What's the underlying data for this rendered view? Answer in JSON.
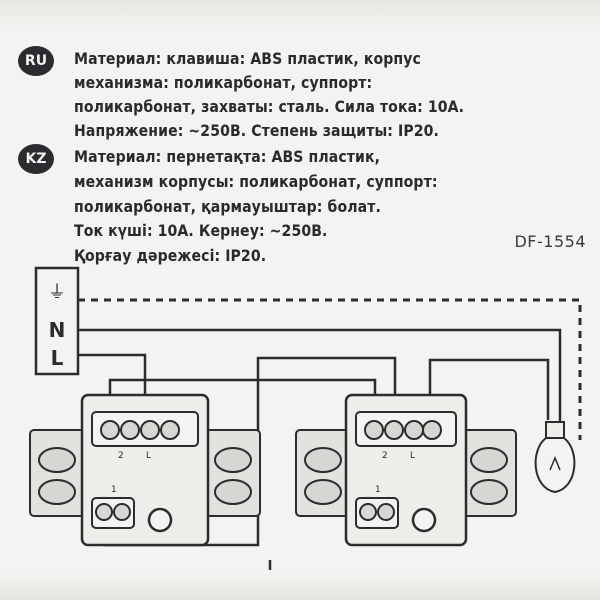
{
  "ru": {
    "badge": "RU",
    "lines": [
      "Материал: клавиша: ABS пластик, корпус",
      "механизма: поликарбонат, суппорт:",
      "поликарбонат, захваты: сталь. Сила тока: 10А.",
      "Напряжение: ~250В. Степень защиты: IP20."
    ]
  },
  "kz": {
    "badge": "KZ",
    "lines": [
      "Материал: пернетақта: ABS пластик,",
      "механизм корпусы: поликарбонат, суппорт:",
      "поликарбонат, қармауыштар: болат.",
      "Ток күші: 10А. Кернеу: ~250В.",
      "Қорғау дәрежесі: IP20."
    ]
  },
  "model_code": "DF-1554",
  "diagram": {
    "terminal_block": {
      "labels": [
        "⏚",
        "N",
        "L"
      ]
    },
    "switch_left": {
      "terminal_labels": [
        "2",
        "L",
        "1"
      ]
    },
    "switch_right": {
      "terminal_labels": [
        "2",
        "L",
        "1"
      ]
    },
    "colors": {
      "ink": "#2c2c30",
      "socket_fill": "#d8d6d3",
      "paper": "#f4f3f1"
    }
  }
}
